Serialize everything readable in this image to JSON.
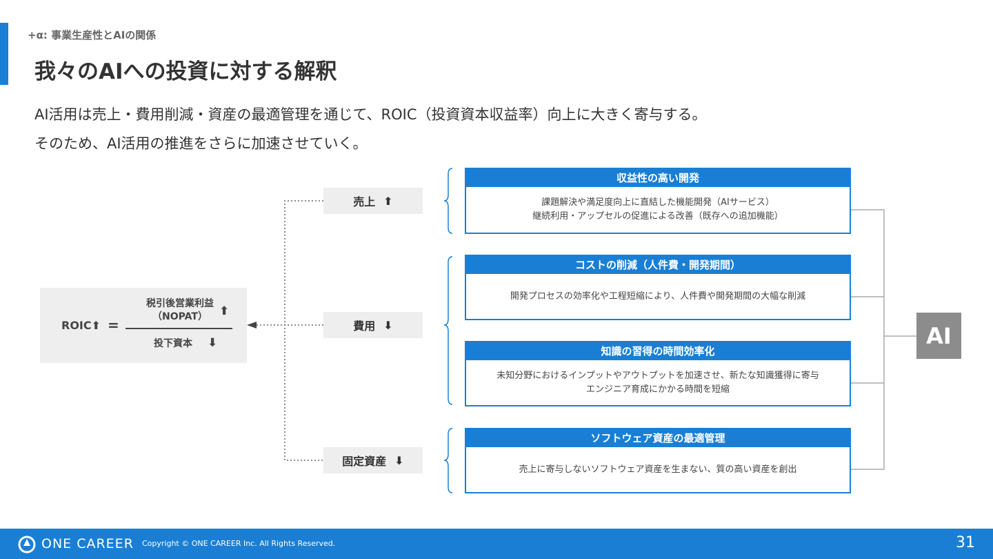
{
  "header": {
    "kicker": "+α: 事業生産性とAIの関係",
    "title": "我々のAIへの投資に対する解釈",
    "lead_line1": "AI活用は売上・費用削減・資産の最適管理を通じて、ROIC（投資資本収益率）向上に大きく寄与する。",
    "lead_line2": "そのため、AI活用の推進をさらに加速させていく。"
  },
  "formula": {
    "lhs": "ROIC",
    "equals": "=",
    "numerator_line1": "税引後営業利益",
    "numerator_line2": "（NOPAT）",
    "denominator": "投下資本",
    "up_arrow": "⬆",
    "down_arrow": "⬇"
  },
  "categories": [
    {
      "label": "売上",
      "arrow": "⬆"
    },
    {
      "label": "費用",
      "arrow": "⬇"
    },
    {
      "label": "固定資産",
      "arrow": "⬇"
    }
  ],
  "cards": [
    {
      "title": "収益性の高い開発",
      "lines": [
        "課題解決や満足度向上に直結した機能開発（AIサービス）",
        "継続利用・アップセルの促進による改善（既存への追加機能）"
      ]
    },
    {
      "title": "コストの削減（人件費・開発期間）",
      "lines": [
        "開発プロセスの効率化や工程短縮により、人件費や開発期間の大幅な削減"
      ]
    },
    {
      "title": "知識の習得の時間効率化",
      "lines": [
        "未知分野におけるインプットやアウトプットを加速させ、新たな知識獲得に寄与",
        "エンジニア育成にかかる時間を短縮"
      ]
    },
    {
      "title": "ソフトウェア資産の最適管理",
      "lines": [
        "売上に寄与しないソフトウェア資産を生まない、質の高い資産を創出"
      ]
    }
  ],
  "ai_label": "AI",
  "footer": {
    "brand": "ONE CAREER",
    "copyright": "Copyright © ONE CAREER Inc. All Rights Reserved.",
    "page_number": "31"
  },
  "colors": {
    "accent": "#1a7fd4",
    "gray_box": "#eeeeee",
    "ai_box": "#8c8c8c",
    "connector": "#aaaaaa"
  }
}
